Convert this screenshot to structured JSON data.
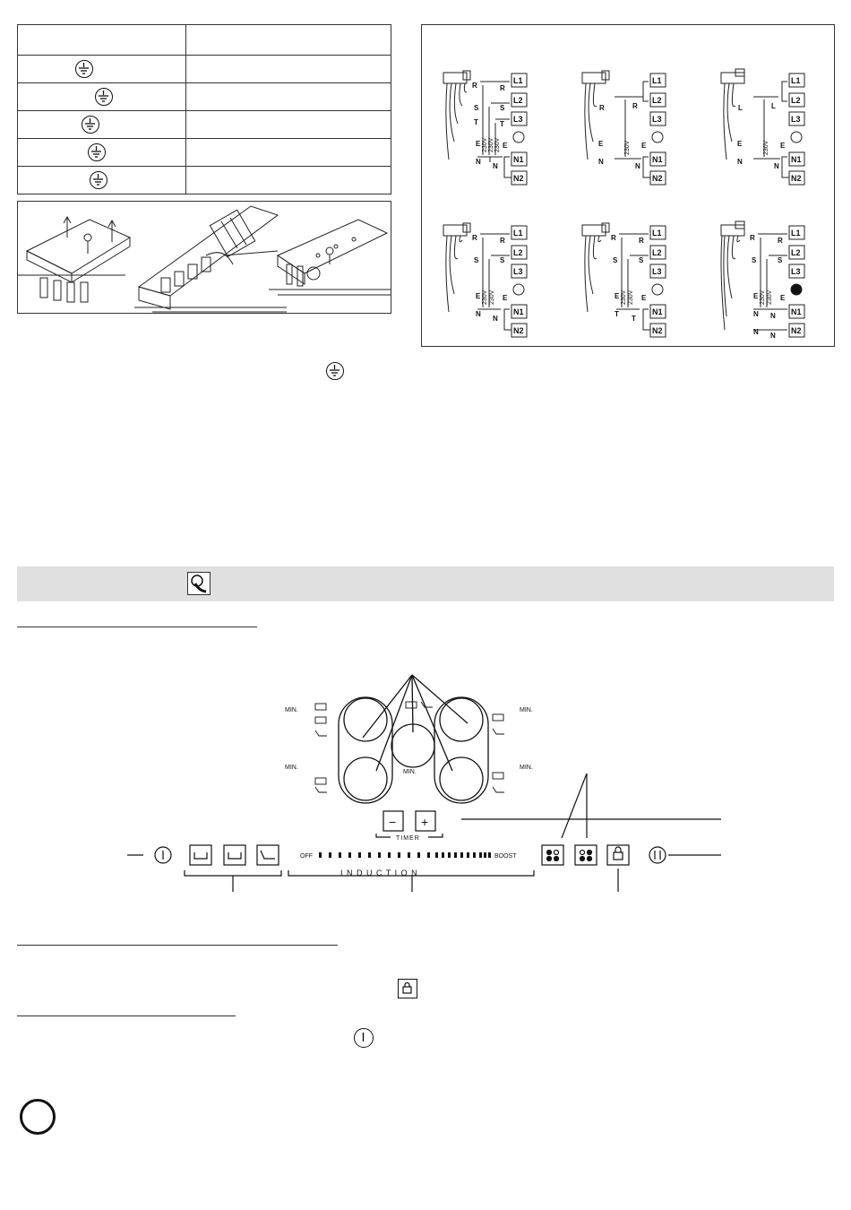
{
  "wiring": {
    "diagram1": {
      "top_labels": [
        "R",
        "S",
        "T",
        "E",
        "N"
      ],
      "right_labels": [
        "R",
        "S",
        "T",
        "N"
      ],
      "voltages": [
        "230V",
        "230V",
        "230V"
      ]
    },
    "diagram2": {
      "top_labels": [
        "R",
        "E",
        "N"
      ],
      "right_labels": [
        "R",
        "N"
      ],
      "voltages": [
        "230V"
      ]
    },
    "diagram3": {
      "top_labels": [
        "L",
        "E",
        "N"
      ],
      "right_labels": [
        "L",
        "N"
      ],
      "voltages": [
        "230V"
      ]
    },
    "diagram4": {
      "top_labels": [
        "R",
        "S",
        "E",
        "N"
      ],
      "right_labels": [
        "R",
        "S",
        "N"
      ],
      "voltages": [
        "230V",
        "230V"
      ]
    },
    "diagram5": {
      "top_labels": [
        "R",
        "S",
        "E",
        "T"
      ],
      "right_labels": [
        "R",
        "S",
        "T"
      ],
      "voltages": [
        "230V",
        "230V"
      ]
    },
    "diagram6": {
      "top_labels": [
        "R",
        "S",
        "E",
        "N",
        "N"
      ],
      "right_labels": [
        "R",
        "S",
        "N",
        "N"
      ],
      "voltages": [
        "230V",
        "230V"
      ]
    },
    "terminals": [
      "L1",
      "L2",
      "L3",
      "N1",
      "N2"
    ],
    "earth_label": "E"
  },
  "panel": {
    "min_label": "MIN.",
    "off_label": "OFF",
    "boost_label": "BOOST",
    "timer_label": "TIMER",
    "induction_label": "I N D U C T I O N",
    "minus": "−",
    "plus": "+"
  }
}
